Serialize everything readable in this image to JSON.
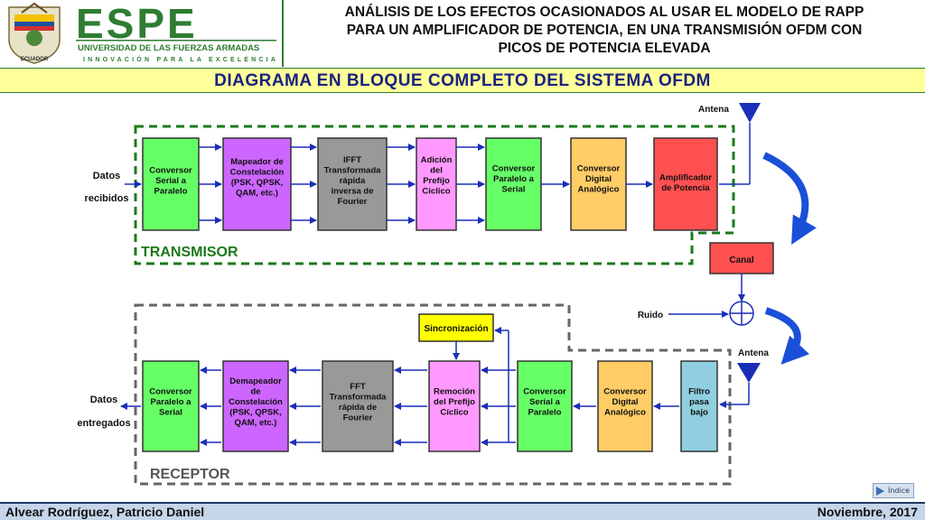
{
  "header": {
    "logo_text": "ESPE",
    "logo_subtext": "UNIVERSIDAD DE LAS FUERZAS ARMADAS",
    "logo_tagline": "INNOVACIÓN PARA LA EXCELENCIA",
    "emblem_text": "ECUADOR",
    "title_lines": [
      "ANÁLISIS DE LOS EFECTOS OCASIONADOS AL USAR EL MODELO DE RAPP",
      "PARA UN AMPLIFICADOR DE POTENCIA, EN UNA TRANSMISIÓN OFDM CON",
      "PICOS DE POTENCIA ELEVADA"
    ]
  },
  "subtitle": "DIAGRAMA EN BLOQUE COMPLETO DEL SISTEMA OFDM",
  "transmitter": {
    "label": "TRANSMISOR",
    "input_label": [
      "Datos",
      "recibidos"
    ],
    "antenna_label": "Antena",
    "blocks": [
      {
        "id": "tx-sp",
        "lines": [
          "Conversor",
          "Serial a",
          "Paralelo"
        ],
        "color": "#66ff66"
      },
      {
        "id": "tx-map",
        "lines": [
          "Mapeador de",
          "Constelación",
          "(PSK, QPSK,",
          "QAM, etc.)"
        ],
        "color": "#cc66ff"
      },
      {
        "id": "tx-ifft",
        "lines": [
          "IFFT",
          "Transformada",
          "rápida",
          "inversa de",
          "Fourier"
        ],
        "color": "#999999"
      },
      {
        "id": "tx-cp",
        "lines": [
          "Adición",
          "del",
          "Prefijo",
          "Cíclico"
        ],
        "color": "#ff99ff"
      },
      {
        "id": "tx-ps",
        "lines": [
          "Conversor",
          "Paralelo a",
          "Serial"
        ],
        "color": "#66ff66"
      },
      {
        "id": "tx-dac",
        "lines": [
          "Conversor",
          "Digital",
          "Analógico"
        ],
        "color": "#ffcc66"
      },
      {
        "id": "tx-pa",
        "lines": [
          "Amplificador",
          "de Potencia"
        ],
        "color": "#ff5050"
      }
    ]
  },
  "channel": {
    "label": "Canal",
    "noise_label": "Ruido",
    "color": "#ff5050"
  },
  "receiver": {
    "label": "RECEPTOR",
    "output_label": [
      "Datos",
      "entregados"
    ],
    "antenna_label": "Antena",
    "sync_label": "Sincronización",
    "sync_color": "#ffff00",
    "blocks": [
      {
        "id": "rx-ps",
        "lines": [
          "Conversor",
          "Paralelo a",
          "Serial"
        ],
        "color": "#66ff66"
      },
      {
        "id": "rx-demap",
        "lines": [
          "Demapeador",
          "de",
          "Constelación",
          "(PSK, QPSK,",
          "QAM, etc.)"
        ],
        "color": "#cc66ff"
      },
      {
        "id": "rx-fft",
        "lines": [
          "FFT",
          "Transformada",
          "rápida de",
          "Fourier"
        ],
        "color": "#999999"
      },
      {
        "id": "rx-cp",
        "lines": [
          "Remoción",
          "del Prefijo",
          "Cíclico"
        ],
        "color": "#ff99ff"
      },
      {
        "id": "rx-sp",
        "lines": [
          "Conversor",
          "Serial a",
          "Paralelo"
        ],
        "color": "#66ff66"
      },
      {
        "id": "rx-adc",
        "lines": [
          "Conversor",
          "Digital",
          "Analógico"
        ],
        "color": "#ffcc66"
      },
      {
        "id": "rx-lpf",
        "lines": [
          "Filtro",
          "pasa",
          "bajo"
        ],
        "color": "#8fcfdf"
      }
    ]
  },
  "footer": {
    "author": "Alvear Rodríguez, Patricio Daniel",
    "date": "Noviembre, 2017"
  },
  "index_button": "Índice"
}
